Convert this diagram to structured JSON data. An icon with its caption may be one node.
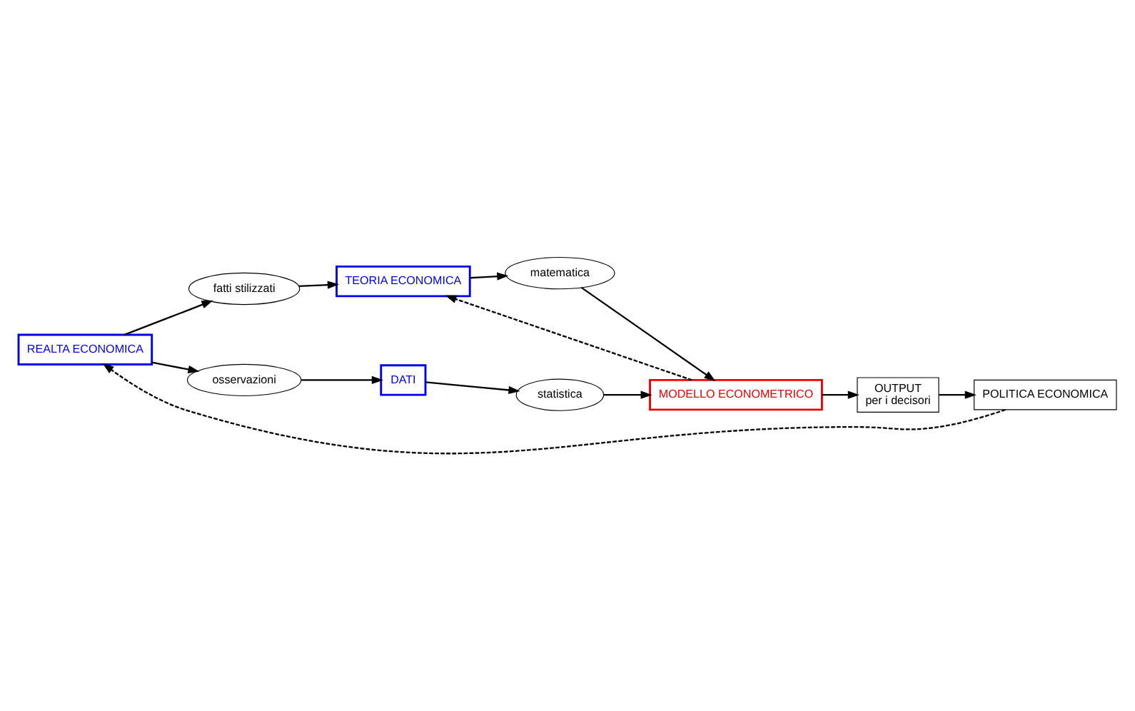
{
  "diagram": {
    "nodes": [
      {
        "text": [
          "TEORIA ECONOMICA"
        ]
      },
      {
        "text": [
          "fatti stilizzati"
        ]
      },
      {
        "text": [
          "matematica"
        ]
      },
      {
        "text": [
          "REALTA ECONOMICA"
        ]
      },
      {
        "text": [
          "MODELLO ECONOMETRICO"
        ]
      },
      {
        "text": [
          "OUTPUT",
          "per i decisori"
        ]
      },
      {
        "text": [
          "osservazioni"
        ]
      },
      {
        "text": [
          "statistica"
        ]
      },
      {
        "text": [
          "POLITICA ECONOMICA"
        ]
      },
      {
        "text": [
          "DATI"
        ]
      }
    ],
    "edges": [
      {
        "from": 3,
        "to": 1,
        "arrow": "to"
      },
      {
        "from": 1,
        "to": 0,
        "arrow": "to"
      },
      {
        "from": 0,
        "to": 2,
        "arrow": "to"
      },
      {
        "from": 2,
        "to": 4,
        "arrow": "to"
      },
      {
        "from": 4,
        "to": 0,
        "arrow": "to",
        "style": "dashed"
      },
      {
        "from": 4,
        "to": 5,
        "arrow": "to"
      },
      {
        "from": 3,
        "to": 6,
        "arrow": "to"
      },
      {
        "from": 6,
        "to": 9,
        "arrow": "to"
      },
      {
        "from": 9,
        "to": 7,
        "arrow": "to"
      },
      {
        "from": 7,
        "to": 4,
        "arrow": "to"
      },
      {
        "from": 5,
        "to": 8,
        "arrow": "to"
      },
      {
        "from": 8,
        "to": 3,
        "arrow": "to",
        "style": "dashed"
      }
    ]
  }
}
